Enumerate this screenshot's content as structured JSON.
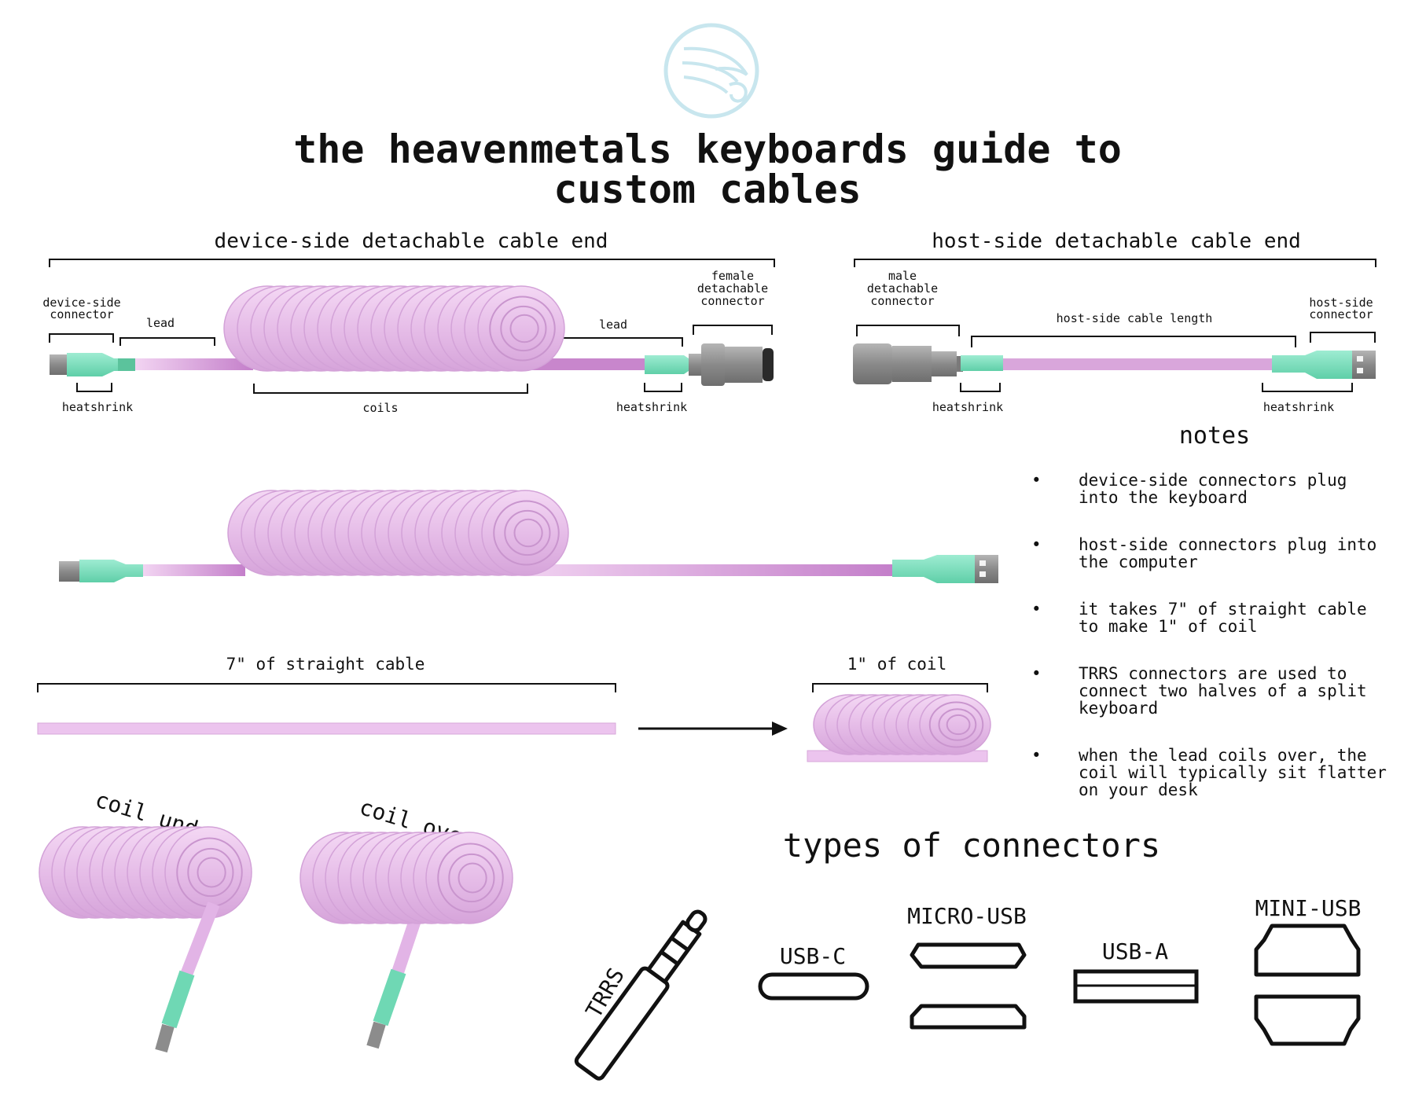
{
  "title": {
    "line1": "the heavenmetals keyboards guide to",
    "line2": "custom cables"
  },
  "logo": {
    "icon": "winged-spiral-logo-icon"
  },
  "sections": {
    "device_side": "device-side detachable cable end",
    "host_side": "host-side detachable cable end",
    "notes": "notes",
    "types": "types of connectors"
  },
  "labels": {
    "device_side_connector": [
      "device-side",
      "connector"
    ],
    "lead": "lead",
    "heatshrink": "heatshrink",
    "coils": "coils",
    "female_detachable_connector": [
      "female",
      "detachable",
      "connector"
    ],
    "male_detachable_connector": [
      "male",
      "detachable",
      "connector"
    ],
    "host_side_cable_length": "host-side cable length",
    "host_side_connector": [
      "host-side",
      "connector"
    ],
    "straight_cable": "7\" of straight cable",
    "one_inch_coil": "1\" of coil",
    "coil_under": "coil under",
    "coil_over": "coil over"
  },
  "notes": [
    "device-side connectors plug\ninto the keyboard",
    "host-side connectors plug into\nthe computer",
    "it takes 7\" of straight cable\nto make 1\" of coil",
    "TRRS connectors are used to\nconnect two halves of a split\nkeyboard",
    "when the lead coils over, the\ncoil will typically sit flatter\non your desk"
  ],
  "connectors": {
    "trrs": "TRRS",
    "usb_c": "USB-C",
    "micro_usb": "MICRO-USB",
    "usb_a": "USB-A",
    "mini_usb": "MINI-USB"
  },
  "colors": {
    "cable_pink": "#e8c0e8",
    "cable_pink_dark": "#c88ccc",
    "heatshrink_mint": "#7fe0c0",
    "connector_gray": "#9a9a9a",
    "logo_blue": "#c8e6ee"
  }
}
